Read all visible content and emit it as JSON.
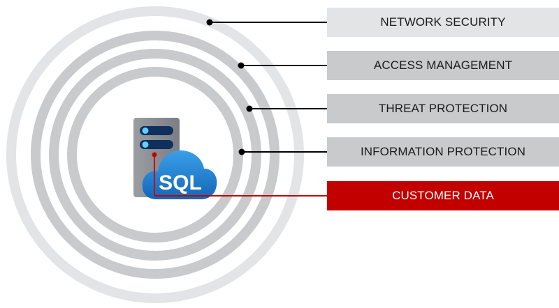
{
  "layers": [
    {
      "label": "NETWORK SECURITY"
    },
    {
      "label": "ACCESS MANAGEMENT"
    },
    {
      "label": "THREAT PROTECTION"
    },
    {
      "label": "INFORMATION PROTECTION"
    },
    {
      "label": "CUSTOMER DATA"
    }
  ],
  "center_icon": {
    "name": "sql-server-cloud-icon",
    "text": "SQL"
  },
  "colors": {
    "outer_ring": "#e3e4e6",
    "inner_rings": "#c9cacc",
    "customer_data": "#c30000",
    "connector": "#000000",
    "customer_connector": "#c30000",
    "cloud": "#1f8ad6"
  }
}
